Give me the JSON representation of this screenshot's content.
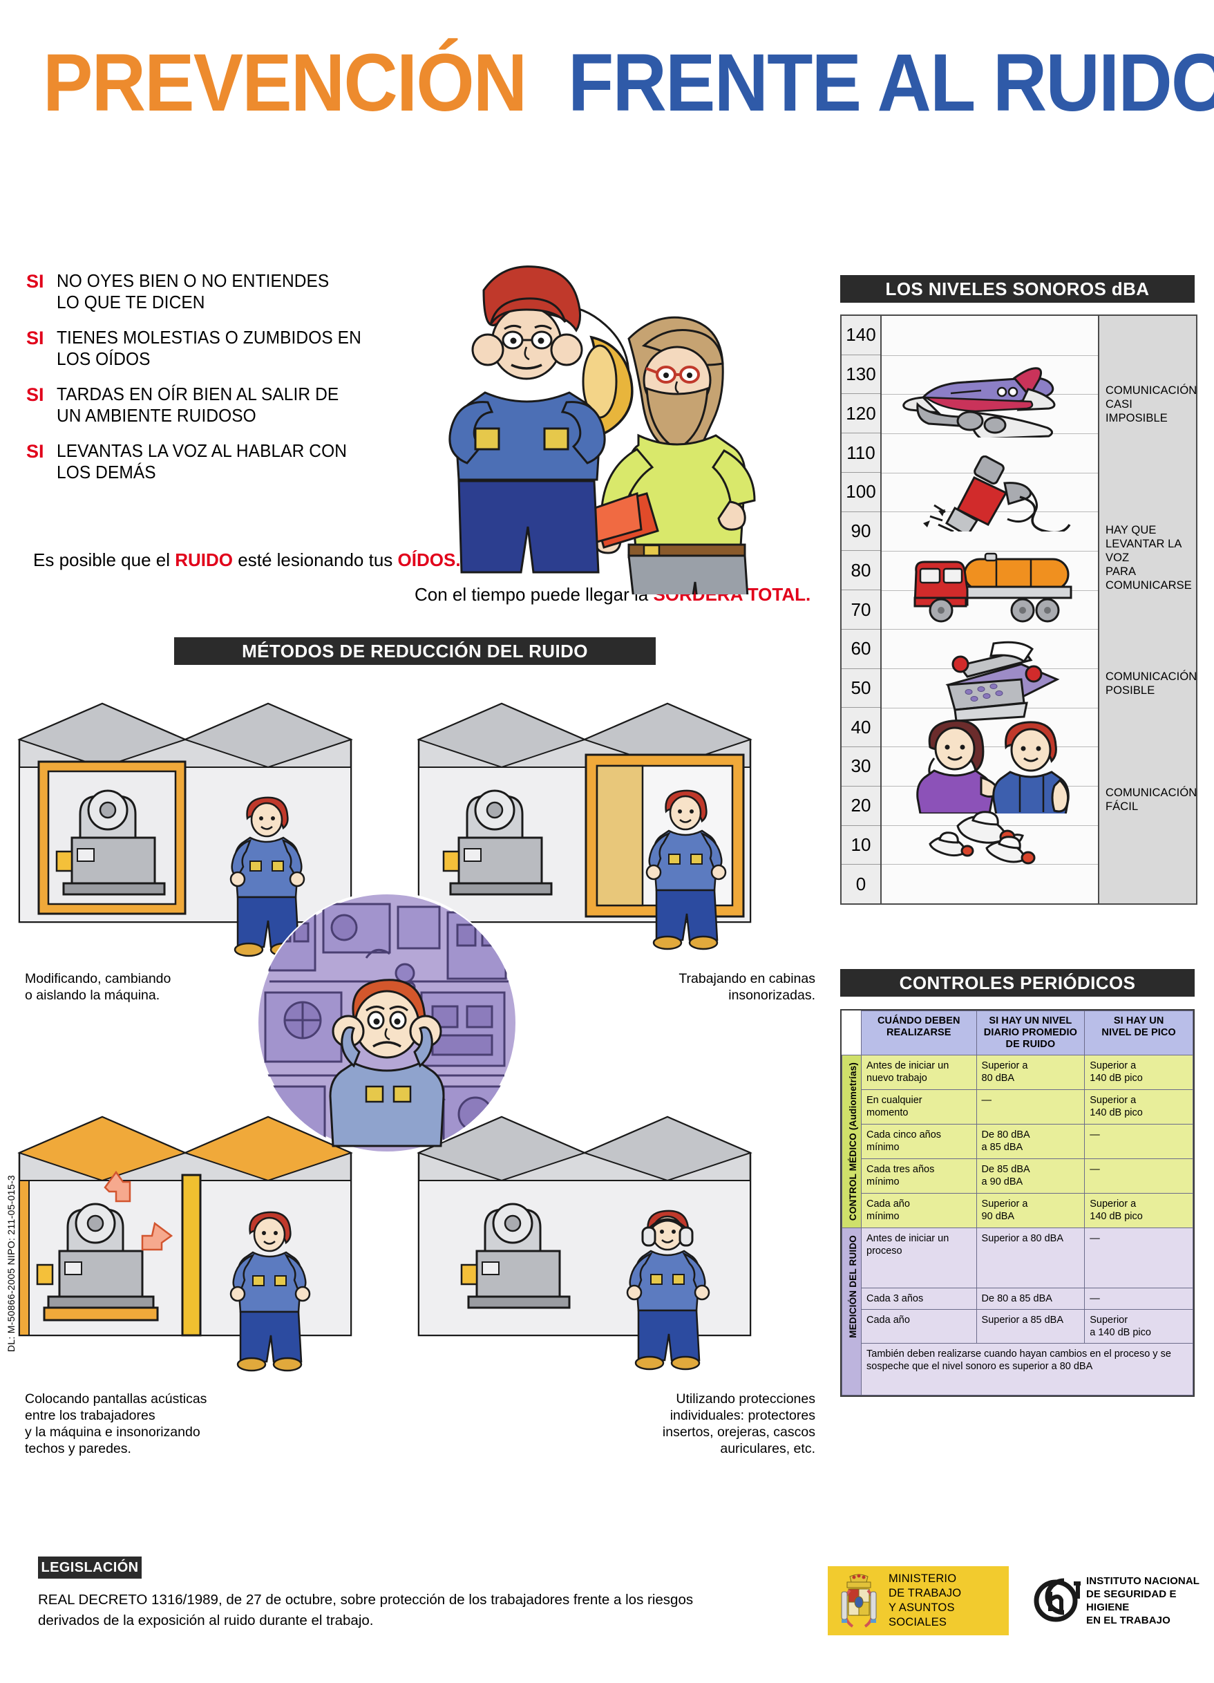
{
  "title": {
    "part1": "PREVENCIÓN",
    "part2": " FRENTE AL RUIDO"
  },
  "symptoms": {
    "marker": "SI",
    "items": [
      "NO OYES BIEN O NO ENTIENDES\nLO QUE TE DICEN",
      "TIENES MOLESTIAS O ZUMBIDOS EN\nLOS OÍDOS",
      "TARDAS EN OÍR BIEN AL SALIR DE\nUN AMBIENTE RUIDOSO",
      "LEVANTAS LA VOZ AL HABLAR CON\nLOS DEMÁS"
    ]
  },
  "warning": {
    "line1_pre": "Es posible que el ",
    "line1_kw1": "RUIDO",
    "line1_mid": " esté lesionando tus ",
    "line1_kw2": "OÍDOS.",
    "line2_pre": "Con el tiempo puede llegar la ",
    "line2_kw": "SORDERA TOTAL."
  },
  "banners": {
    "metodos": "MÉTODOS DE REDUCCIÓN DEL RUIDO",
    "niveles": "LOS NIVELES SONOROS dBA",
    "controles": "CONTROLES PERIÓDICOS",
    "legislacion": "LEGISLACIÓN"
  },
  "chart_data": {
    "type": "bar",
    "title": "LOS NIVELES SONOROS dBA",
    "ylabel": "dBA",
    "xlabel": "",
    "ylim": [
      0,
      145
    ],
    "grid": true,
    "axis_ticks": [
      140,
      130,
      120,
      110,
      100,
      90,
      80,
      70,
      60,
      50,
      40,
      30,
      20,
      10,
      0
    ],
    "categories": [
      "Avión",
      "Martillo neumático",
      "Camión cisterna",
      "Máquina de escribir",
      "Conversación",
      "Pájaros"
    ],
    "values": [
      130,
      105,
      82,
      62,
      42,
      10
    ],
    "legend_position": "right",
    "annotations": [
      {
        "label": "COMUNICACIÓN\nCASI\nIMPOSIBLE",
        "range": [
          100,
          145
        ]
      },
      {
        "label": "HAY QUE\nLEVANTAR LA VOZ\nPARA\nCOMUNICARSE",
        "range": [
          65,
          100
        ]
      },
      {
        "label": "COMUNICACIÓN\nPOSIBLE",
        "range": [
          30,
          65
        ]
      },
      {
        "label": "COMUNICACIÓN\nFÁCIL",
        "range": [
          0,
          30
        ]
      }
    ]
  },
  "dba_comm_labels": [
    "COMUNICACIÓN\nCASI\nIMPOSIBLE",
    "HAY QUE\nLEVANTAR LA VOZ\nPARA\nCOMUNICARSE",
    "COMUNICACIÓN\nPOSIBLE",
    "COMUNICACIÓN\nFÁCIL"
  ],
  "controls_table": {
    "headers": [
      "CUÁNDO DEBEN\nREALIZARSE",
      "SI HAY UN NIVEL\nDIARIO PROMEDIO\nDE RUIDO",
      "SI HAY UN\nNIVEL DE PICO"
    ],
    "sections": [
      {
        "side_label": "CONTROL MÉDICO (Audiometrías)",
        "rows": [
          {
            "when": "Antes de iniciar un\nnuevo trabajo",
            "daily": "Superior a\n80 dBA",
            "peak": "Superior a\n140 dB pico"
          },
          {
            "when": "En cualquier\nmomento",
            "daily": "—",
            "peak": "Superior a\n140 dB pico"
          },
          {
            "when": "Cada cinco años\nmínimo",
            "daily": "De 80 dBA\na 85 dBA",
            "peak": "—"
          },
          {
            "when": "Cada tres años\nmínimo",
            "daily": "De 85 dBA\na 90 dBA",
            "peak": "—"
          },
          {
            "when": "Cada año\nmínimo",
            "daily": "Superior a\n90 dBA",
            "peak": "Superior a\n140 dB pico"
          }
        ]
      },
      {
        "side_label": "MEDICIÓN DEL RUIDO",
        "rows": [
          {
            "when": "Antes de iniciar un\nproceso",
            "daily": "Superior a 80 dBA",
            "peak": "—"
          },
          {
            "when": "Cada 3 años",
            "daily": "De 80 a 85  dBA",
            "peak": "—"
          },
          {
            "when": "Cada año",
            "daily": "Superior a 85 dBA",
            "peak": "Superior\na 140 dB pico"
          }
        ],
        "note": "También deben realizarse cuando hayan cambios en el proceso y se sospeche que el nivel sonoro es superior a 80 dBA"
      }
    ]
  },
  "method_captions": {
    "top_left": "Modificando, cambiando\no aislando la máquina.",
    "top_right": "Trabajando en cabinas\ninsonorizadas.",
    "bottom_left": "Colocando pantallas acústicas\nentre los trabajadores\ny la máquina e insonorizando\ntechos y  paredes.",
    "bottom_right": "Utilizando protecciones\nindividuales: protectores\ninsertos, orejeras, cascos\nauriculares, etc."
  },
  "legislation": {
    "text": "REAL DECRETO 1316/1989, de 27 de octubre, sobre protección de los trabajadores frente a los riesgos derivados de la exposición al ruido durante el trabajo."
  },
  "side_code": "DL: M-50866-2005  NIPO: 211-05-015-3",
  "footer": {
    "ministry": "MINISTERIO\nDE TRABAJO\nY ASUNTOS SOCIALES",
    "institute": "INSTITUTO NACIONAL\nDE SEGURIDAD E HIGIENE\nEN EL TRABAJO"
  },
  "colors": {
    "title_orange": "#ED8B2E",
    "title_blue": "#2F5AA8",
    "accent_red": "#E1001A",
    "banner_dark": "#2B2B2B",
    "table_header_blue": "#B9BEE8",
    "table_med_yellow": "#E8EE9A",
    "table_noise_purple": "#E2DBEE",
    "ministry_yellow": "#F2CB2E"
  }
}
